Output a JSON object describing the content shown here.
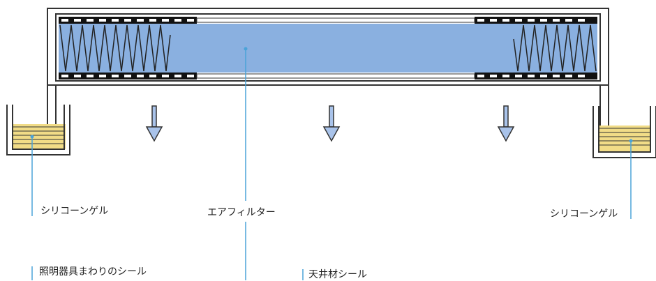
{
  "labels": {
    "silicone_gel_left": "シリコーンゲル",
    "air_filter": "エアフィルター",
    "silicone_gel_right": "シリコーンゲル",
    "lighting_seal": "照明器具まわりのシール",
    "ceiling_seal": "天井材シール"
  },
  "colors": {
    "filter_blue": "#8ab0e0",
    "gel_yellow": "#f1dc87",
    "leader_blue": "#4aa3d8",
    "frame_dark": "#333333",
    "frame_light": "#ffffff",
    "arrow_fill": "#a9c3ea"
  }
}
